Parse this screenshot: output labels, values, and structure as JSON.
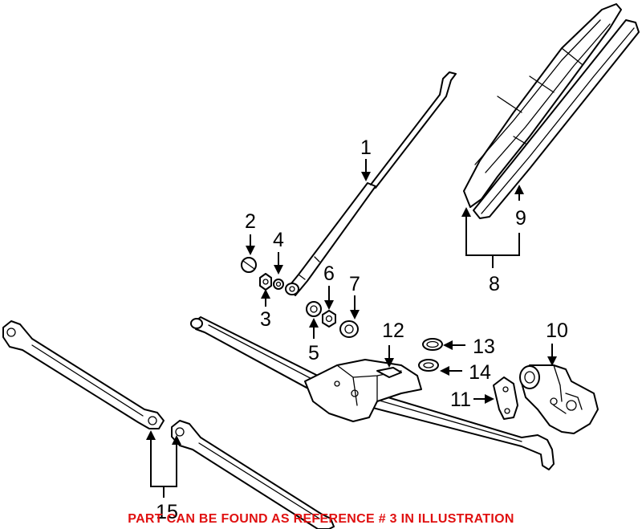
{
  "callouts": [
    "1",
    "2",
    "3",
    "4",
    "5",
    "6",
    "7",
    "8",
    "9",
    "10",
    "11",
    "12",
    "13",
    "14",
    "15"
  ],
  "footer_note": "PART CAN BE FOUND AS REFERENCE # 3 IN ILLUSTRATION",
  "colors": {
    "footer_text": "#e01010",
    "line_art": "#000000",
    "background": "#ffffff"
  }
}
